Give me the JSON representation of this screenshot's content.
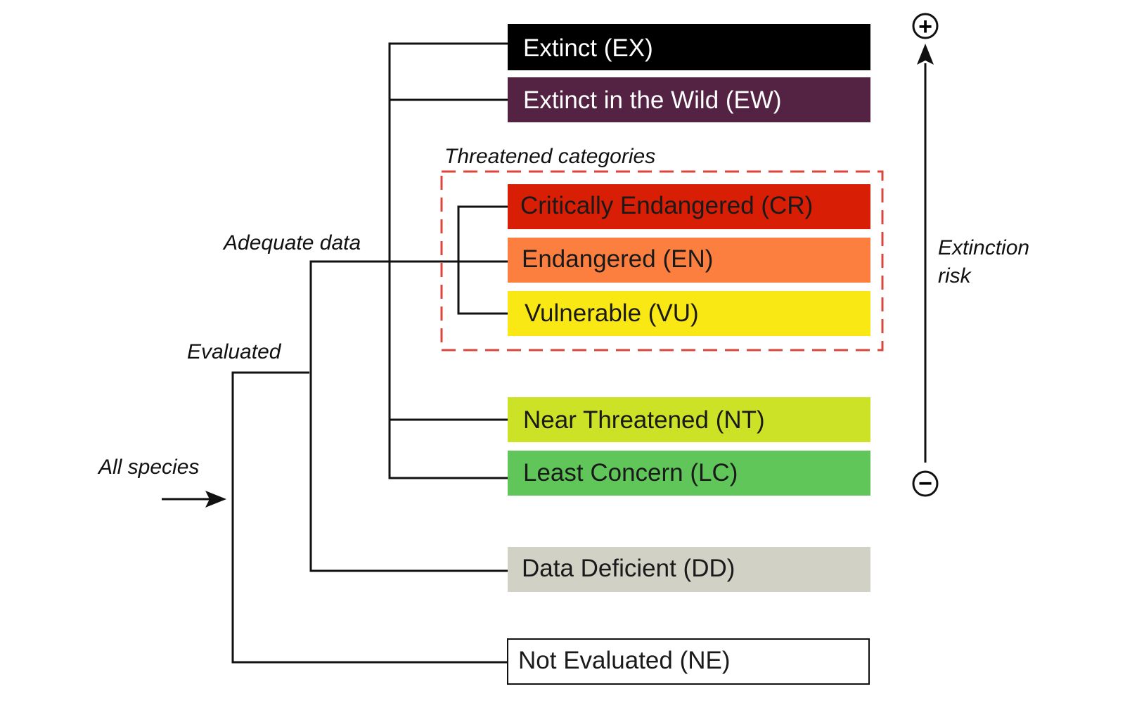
{
  "labels": {
    "all_species": "All species",
    "evaluated": "Evaluated",
    "adequate_data": "Adequate data",
    "threatened_categories": "Threatened categories",
    "extinction_risk_line1": "Extinction",
    "extinction_risk_line2": "risk",
    "plus_symbol": "+",
    "minus_symbol": "−"
  },
  "categories": [
    {
      "key": "ex",
      "label": "Extinct (EX)",
      "fill": "#000000",
      "text_color": "#ffffff"
    },
    {
      "key": "ew",
      "label": "Extinct in the Wild (EW)",
      "fill": "#542344",
      "text_color": "#ffffff"
    },
    {
      "key": "cr",
      "label": "Critically Endangered (CR)",
      "fill": "#d81e05",
      "text_color": "#1a1a1a"
    },
    {
      "key": "en",
      "label": "Endangered (EN)",
      "fill": "#fc7f3f",
      "text_color": "#1a1a1a"
    },
    {
      "key": "vu",
      "label": "Vulnerable (VU)",
      "fill": "#f9e814",
      "text_color": "#1a1a1a"
    },
    {
      "key": "nt",
      "label": "Near Threatened (NT)",
      "fill": "#cce226",
      "text_color": "#1a1a1a"
    },
    {
      "key": "lc",
      "label": "Least Concern (LC)",
      "fill": "#60c659",
      "text_color": "#1a1a1a"
    },
    {
      "key": "dd",
      "label": "Data Deficient (DD)",
      "fill": "#d1d1c6",
      "text_color": "#1a1a1a"
    },
    {
      "key": "ne",
      "label": "Not Evaluated (NE)",
      "fill": "#ffffff",
      "text_color": "#1a1a1a"
    }
  ],
  "colors": {
    "threatened_box_border": "#d9463c",
    "lines": "#111111"
  }
}
